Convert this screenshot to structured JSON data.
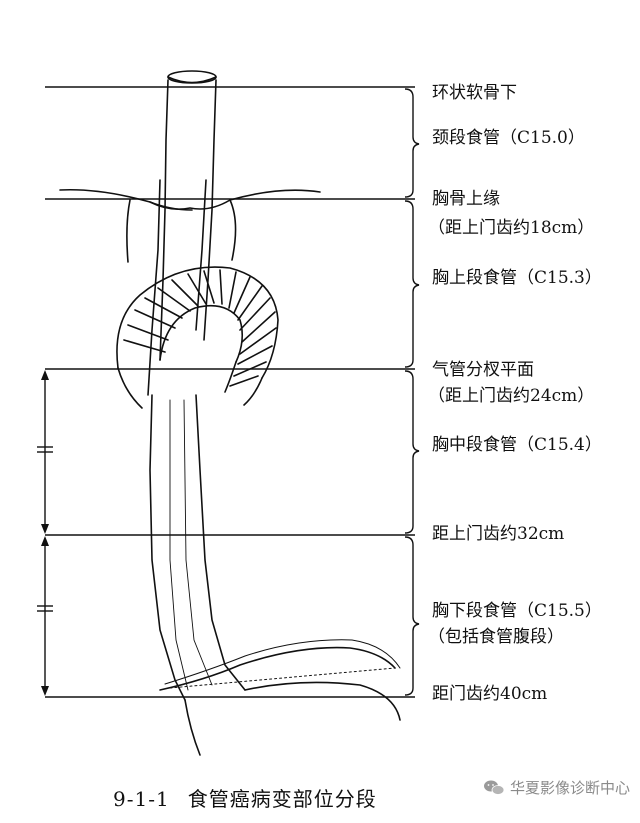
{
  "labels": {
    "cricoid": "环状软骨下",
    "cervical": "颈段食管（C15.0）",
    "sternum_upper": "胸骨上缘",
    "dist_18": "（距上门齿约18cm）",
    "upper_thoracic": "胸上段食管（C15.3）",
    "tracheal_bifurcation": "气管分杈平面",
    "dist_24": "（距上门齿约24cm）",
    "middle_thoracic": "胸中段食管（C15.4）",
    "dist_32": "距上门齿约32cm",
    "lower_thoracic": "胸下段食管（C15.5）",
    "lower_incl": "（包括食管腹段）",
    "dist_40": "距门齿约40cm"
  },
  "caption": {
    "number": "9-1-1",
    "title": "食管癌病变部位分段"
  },
  "watermark": {
    "text": "华夏影像诊断中心",
    "icon": "wechat-icon"
  },
  "colors": {
    "ink": "#111111",
    "watermark": "#8a8a8a"
  }
}
